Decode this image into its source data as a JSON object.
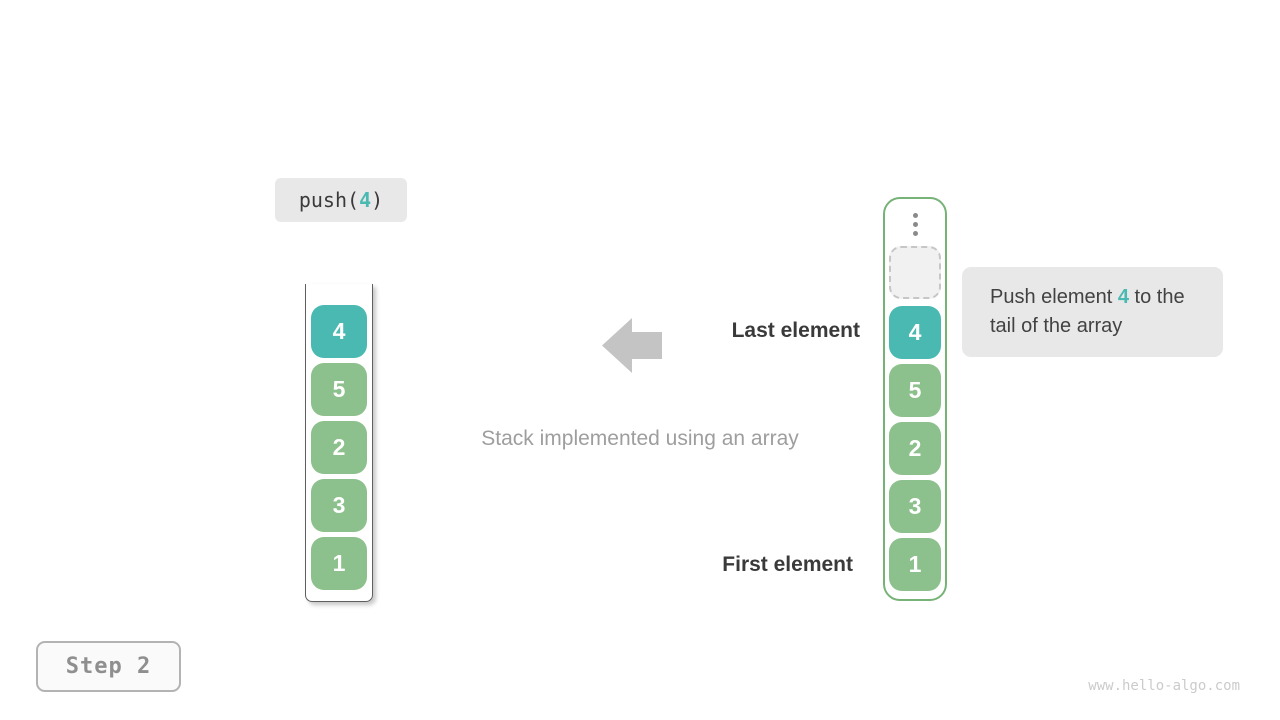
{
  "operation": {
    "fn": "push(",
    "arg": "4",
    "close": ")"
  },
  "stacks": {
    "plain": {
      "values": [
        "4",
        "5",
        "2",
        "3",
        "1"
      ],
      "highlight_index": 0
    },
    "array": {
      "values": [
        "4",
        "5",
        "2",
        "3",
        "1"
      ],
      "highlight_index": 0
    }
  },
  "labels": {
    "last_element": "Last element",
    "first_element": "First element",
    "caption": "Stack implemented using an array"
  },
  "tooltip": {
    "before": "Push element ",
    "highlight": "4",
    "after": " to the tail of the array"
  },
  "step_label": "Step 2",
  "watermark": "www.hello-algo.com",
  "colors": {
    "teal": "#4ab9b2",
    "green": "#8cc08c",
    "border_green": "#77b377",
    "arrow_gray": "#c4c4c4"
  }
}
